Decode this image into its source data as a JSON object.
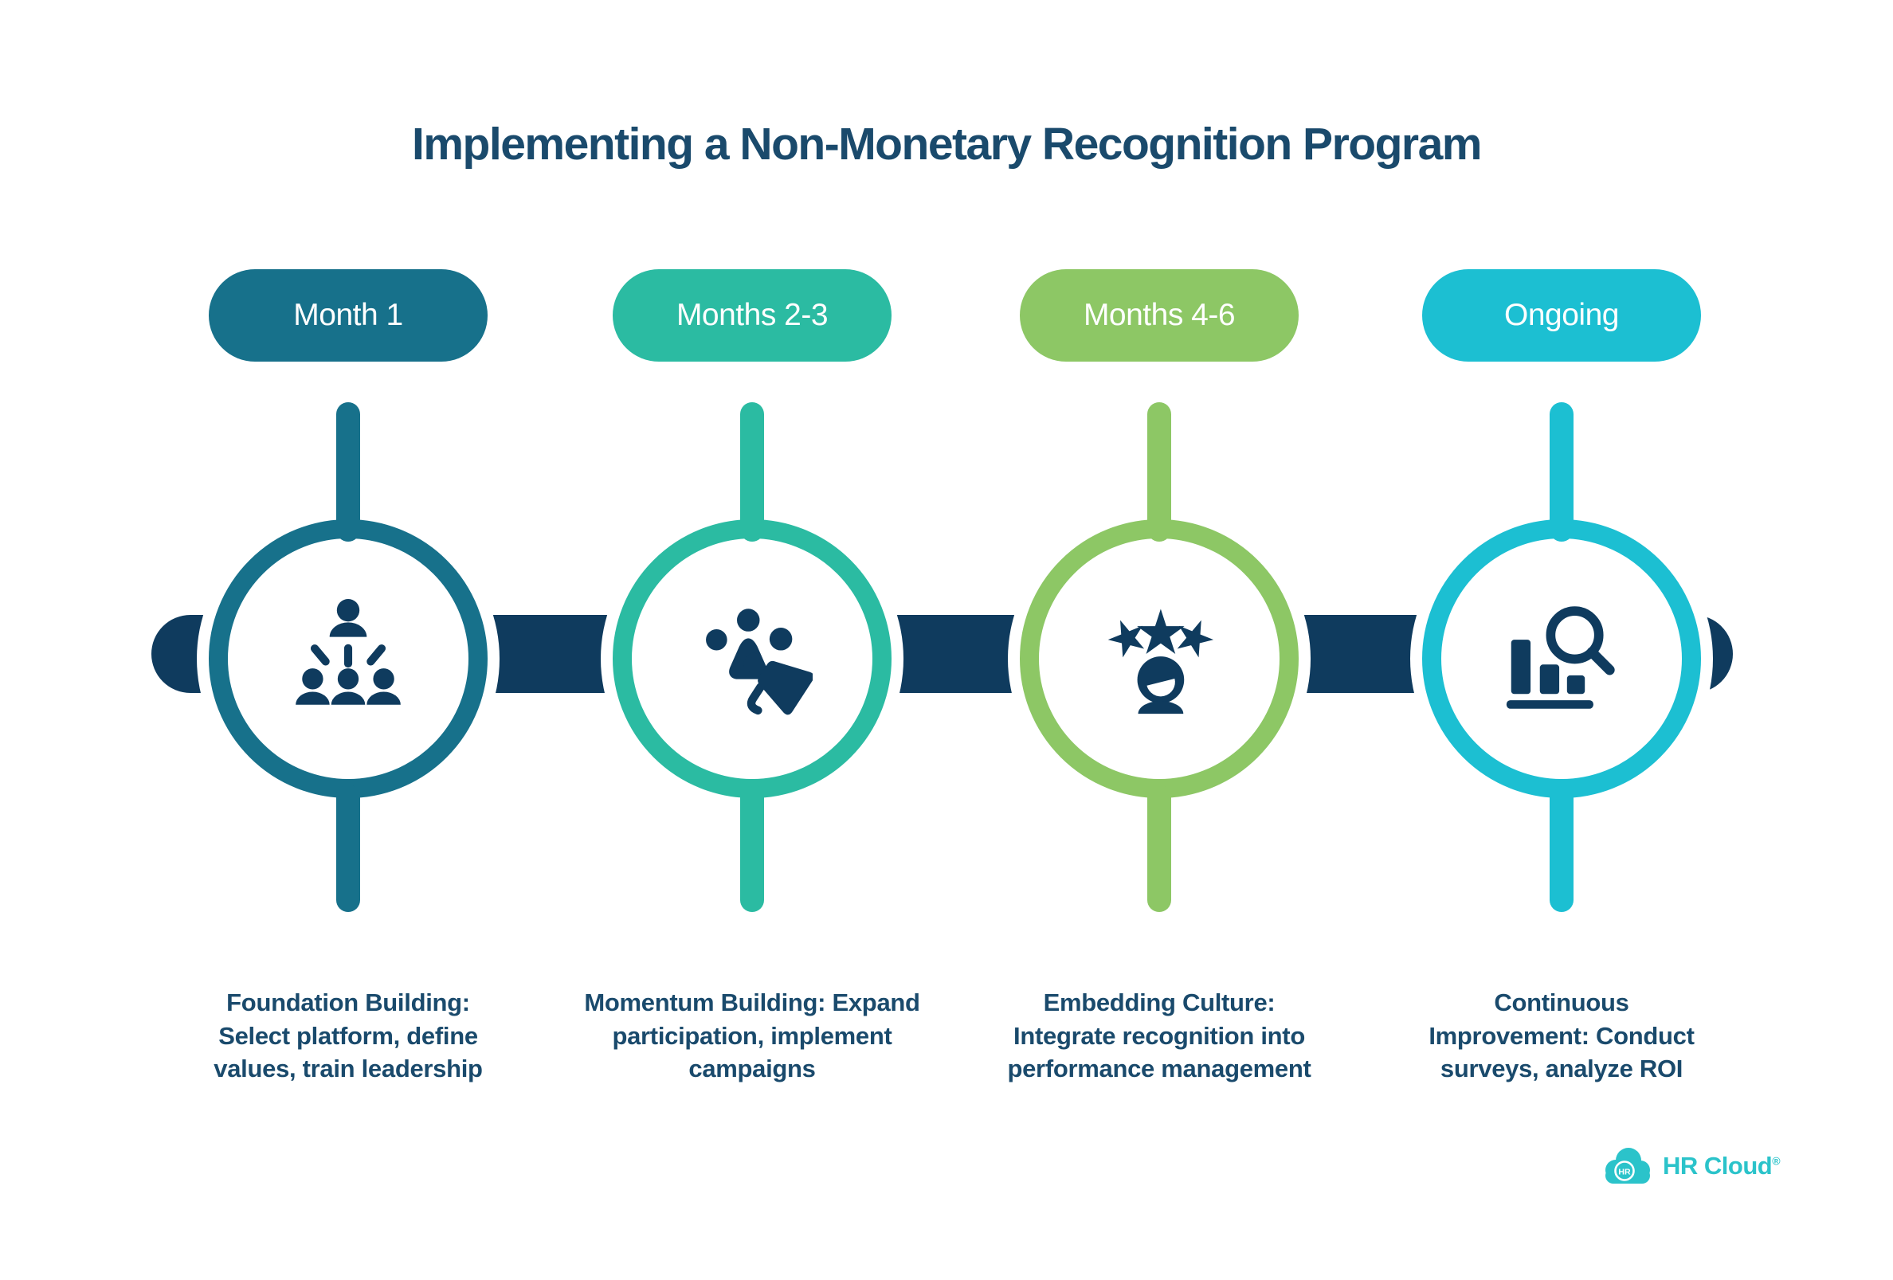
{
  "title": "Implementing a Non-Monetary Recognition Program",
  "colors": {
    "background": "#FFFFFF",
    "navy": "#0F3B5E",
    "heading": "#1A4A6C",
    "logo_teal": "#2BC3CA"
  },
  "stages": [
    {
      "pill_label": "Month 1",
      "color": "#17718B",
      "icon": "org-hierarchy-icon",
      "description": "Foundation Building:\nSelect platform, define\nvalues, train leadership"
    },
    {
      "pill_label": "Months 2-3",
      "color": "#2BBBA2",
      "icon": "people-megaphone-icon",
      "description": "Momentum Building: Expand\nparticipation, implement\ncampaigns"
    },
    {
      "pill_label": "Months 4-6",
      "color": "#8DC765",
      "icon": "stars-person-icon",
      "description": "Embedding Culture:\nIntegrate recognition into\nperformance management"
    },
    {
      "pill_label": "Ongoing",
      "color": "#1CBFD2",
      "icon": "chart-magnifier-icon",
      "description": "Continuous\nImprovement: Conduct\nsurveys, analyze ROI"
    }
  ],
  "footer": {
    "logo_monogram": "HR",
    "logo_text": "HR Cloud",
    "registered_mark": "®"
  }
}
